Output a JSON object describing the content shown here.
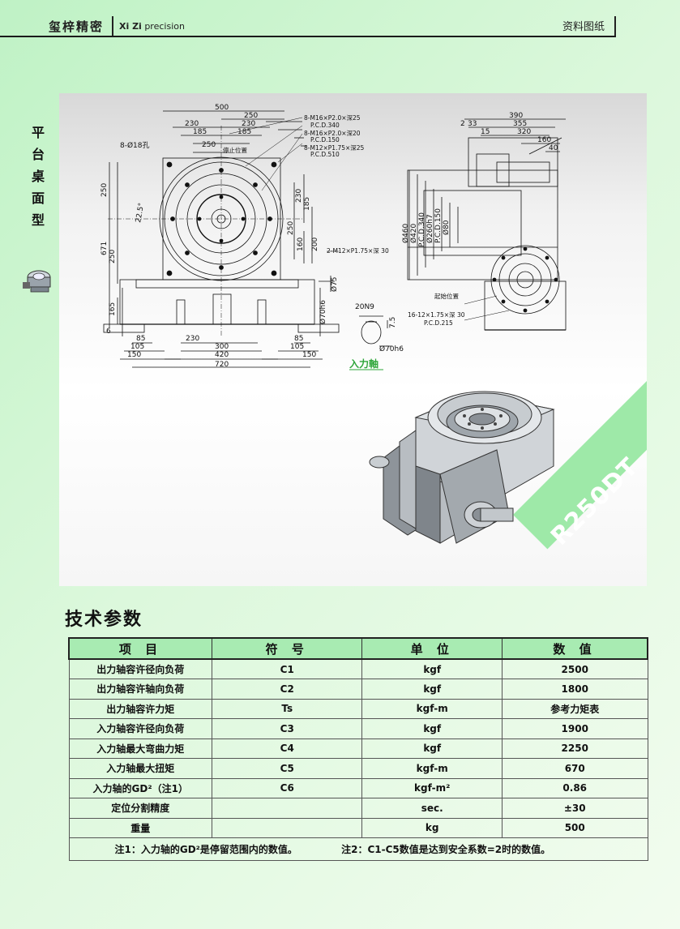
{
  "header": {
    "brand": "玺梓精密",
    "brand_en_bold": "Xi Zi",
    "brand_en": " precision",
    "section_label": "资料图纸"
  },
  "side_label": [
    "平",
    "台",
    "桌",
    "面",
    "型"
  ],
  "drawing": {
    "model": "R250DT",
    "front_dims": {
      "d500": "500",
      "d250a": "250",
      "d230a": "230",
      "d230b": "230",
      "d185a": "185",
      "d185b": "185",
      "d250b": "250",
      "stop_pos": "停止位置",
      "holes": "8-Ø18孔",
      "d250v": "250",
      "d22": "22.5°",
      "d671": "671",
      "d250v2": "250",
      "d165": "165",
      "d6": "6",
      "d85a": "85",
      "d105a": "105",
      "d150a": "150",
      "d230c": "230",
      "d300": "300",
      "d420": "420",
      "d720": "720",
      "d85b": "85",
      "d105b": "105",
      "d150b": "150",
      "r230": "230",
      "r185": "185",
      "r250": "250",
      "r160": "160",
      "r200": "200",
      "phi75": "Ø75",
      "phi70": "Ø70h6",
      "m1": "8-M16×P2.0×深25",
      "pcd1": "P.C.D.340",
      "m2": "8-M16×P2.0×深20",
      "pcd2": "P.C.D.150",
      "m3": "8-M12×P1.75×深25",
      "pcd3": "P.C.D.510",
      "m4": "2-M12×P1.75×深 30"
    },
    "side_dims": {
      "d390": "390",
      "d2": "2",
      "d33": "33",
      "d355": "355",
      "d15": "15",
      "d320": "320",
      "d160": "160",
      "d40": "40",
      "phi460": "Ø460",
      "phi420": "Ø420",
      "pcd340": "P.C.D.340",
      "phi260": "Ø260h7",
      "pcd150": "P.C.D.150",
      "phi80": "Ø80",
      "stop": "起始位置",
      "m5": "16-12×1.75×深 30",
      "pcd215": "P.C.D.215"
    },
    "shaft": {
      "k": "20N9",
      "d75": "7.5",
      "phi": "Ø70h6",
      "label": "入力軸"
    }
  },
  "section_title": "技术参数",
  "table": {
    "headers": [
      "项 目",
      "符 号",
      "单 位",
      "数 值"
    ],
    "rows": [
      [
        "出力轴容许径向负荷",
        "C1",
        "kgf",
        "2500"
      ],
      [
        "出力轴容许轴向负荷",
        "C2",
        "kgf",
        "1800"
      ],
      [
        "出力轴容许力矩",
        "Ts",
        "kgf-m",
        "参考力矩表"
      ],
      [
        "入力轴容许径向负荷",
        "C3",
        "kgf",
        "1900"
      ],
      [
        "入力轴最大弯曲力矩",
        "C4",
        "kgf",
        "2250"
      ],
      [
        "入力轴最大扭矩",
        "C5",
        "kgf-m",
        "670"
      ],
      [
        "入力轴的GD²（注1）",
        "C6",
        "kgf-m²",
        "0.86"
      ],
      [
        "定位分割精度",
        "",
        "sec.",
        "±30"
      ],
      [
        "重量",
        "",
        "kg",
        "500"
      ]
    ],
    "note1": "注1：入力轴的GD²是停留范围内的数值。",
    "note2": "注2：C1-C5数值是达到安全系数=2时的数值。"
  },
  "colors": {
    "background": "#cdf5d0",
    "header_row": "#a8ebb2",
    "band": "#9ee9a8",
    "accent_green": "#2fa63a"
  }
}
